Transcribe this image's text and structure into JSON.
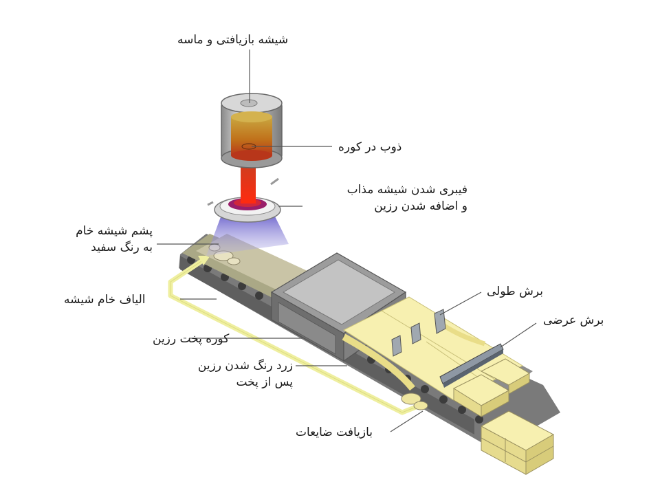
{
  "diagram": {
    "labels": {
      "recycled_glass_sand": "شیشه بازیافتی و ماسه",
      "furnace_melt": "ذوب در کوره",
      "fiberizing_line1": "فیبری شدن شیشه مذاب",
      "fiberizing_line2": "و اضافه شدن رزین",
      "white_wool_line1": "پشم شیشه خام",
      "white_wool_line2": "به رنگ سفید",
      "raw_fibers": "الیاف خام شیشه",
      "curing_oven": "کوره پخت رزین",
      "yellow_after_line1": "زرد رنگ شدن رزین",
      "yellow_after_line2": "پس از پخت",
      "longitudinal_cut": "برش طولی",
      "cross_cut": "برش عرضی",
      "waste_recycling": "بازیافت ضایعات"
    },
    "colors": {
      "conveyor": "#6e6e6e",
      "oven": "#8c8c8c",
      "cured_wool": "#f7f0b0",
      "melt_red": "#e8321e",
      "spray_purple": "#6a63c8",
      "leader_line": "#555555"
    }
  }
}
